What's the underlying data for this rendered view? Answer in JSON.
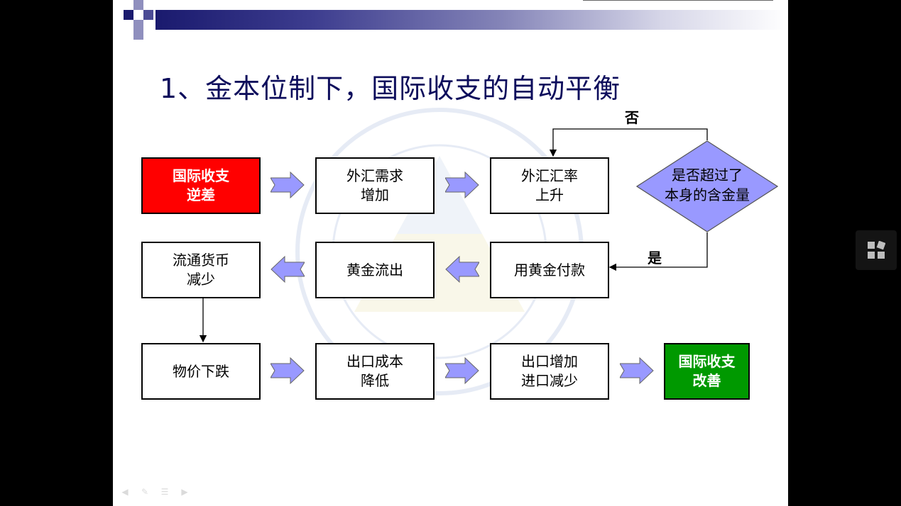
{
  "slide": {
    "title": "1、金本位制下，国际收支的自动平衡"
  },
  "flowchart": {
    "row1": [
      {
        "label": "国际收支\n逆差"
      },
      {
        "label": "外汇需求\n增加"
      },
      {
        "label": "外汇汇率\n上升"
      }
    ],
    "decision": {
      "label": "是否超过了\n本身的含金量"
    },
    "no_label": "否",
    "yes_label": "是",
    "row2": [
      {
        "label": "流通货币\n减少"
      },
      {
        "label": "黄金流出"
      },
      {
        "label": "用黄金付款"
      }
    ],
    "row3": [
      {
        "label": "物价下跌"
      },
      {
        "label": "出口成本\n降低"
      },
      {
        "label": "出口增加\n进口减少"
      },
      {
        "label": "国际收支\n改善"
      }
    ]
  },
  "colors": {
    "title": "#0d0d5c",
    "start_box": "#ff0000",
    "end_box": "#009900",
    "arrow_fill": "#9999ff",
    "diamond_fill": "#9999ff"
  },
  "icons": {
    "prev": "arrow-left-icon",
    "pen": "pen-icon",
    "menu": "menu-icon",
    "next": "arrow-right-icon",
    "widget": "apps-grid-icon"
  }
}
